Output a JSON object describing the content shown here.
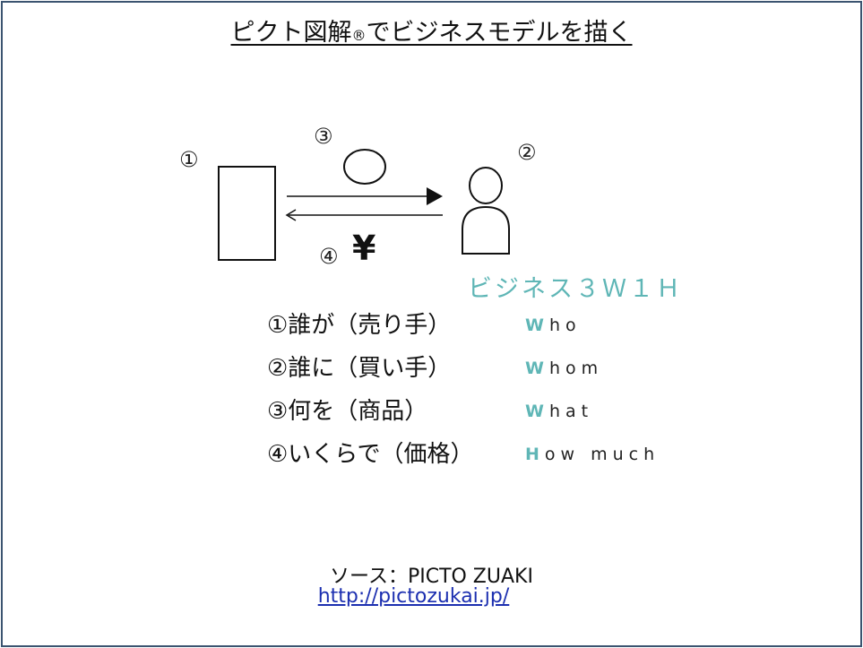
{
  "title": {
    "main": "ピクト図解",
    "reg": "®",
    "rest": "でビジネスモデルを描く"
  },
  "diagram": {
    "labels": [
      "①",
      "②",
      "③",
      "④"
    ],
    "yen": "¥"
  },
  "business_heading": "ビジネス３Ｗ１Ｈ",
  "rows": [
    {
      "jp": "①誰が（売り手）",
      "en_first": "W",
      "en_rest": "ho"
    },
    {
      "jp": "②誰に（買い手）",
      "en_first": "W",
      "en_rest": "hom"
    },
    {
      "jp": "③何を（商品）",
      "en_first": "W",
      "en_rest": "hat"
    },
    {
      "jp": "④いくらで（価格）",
      "en_first": "H",
      "en_rest": "ow much"
    }
  ],
  "source": {
    "label": "ソース：PICTO ZUAKI",
    "url": "http://pictozukai.jp/"
  },
  "colors": {
    "accent": "#5fb6b6",
    "frame": "#3b5470",
    "link": "#1c2fb0"
  }
}
